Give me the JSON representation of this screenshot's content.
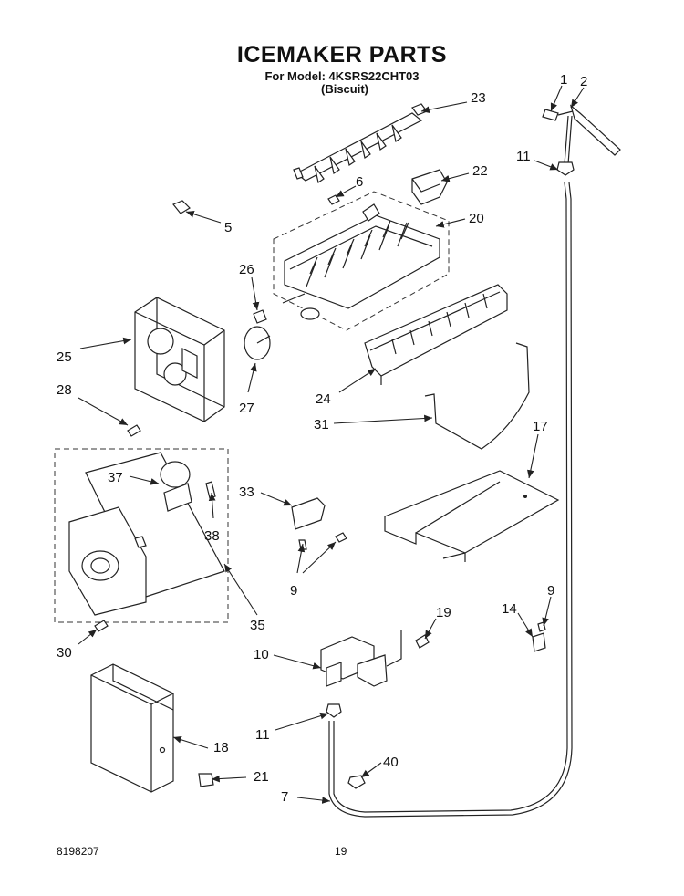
{
  "header": {
    "title": "ICEMAKER PARTS",
    "model_line": "For Model: 4KSRS22CHT03",
    "color_line": "(Biscuit)"
  },
  "footer": {
    "doc_number": "8198207",
    "page_number": "19"
  },
  "callouts": [
    {
      "id": "c1",
      "label": "1"
    },
    {
      "id": "c2",
      "label": "2"
    },
    {
      "id": "c23",
      "label": "23"
    },
    {
      "id": "c11a",
      "label": "11"
    },
    {
      "id": "c6",
      "label": "6"
    },
    {
      "id": "c22",
      "label": "22"
    },
    {
      "id": "c5",
      "label": "5"
    },
    {
      "id": "c20",
      "label": "20"
    },
    {
      "id": "c26",
      "label": "26"
    },
    {
      "id": "c25",
      "label": "25"
    },
    {
      "id": "c27",
      "label": "27"
    },
    {
      "id": "c24",
      "label": "24"
    },
    {
      "id": "c28",
      "label": "28"
    },
    {
      "id": "c31",
      "label": "31"
    },
    {
      "id": "c17",
      "label": "17"
    },
    {
      "id": "c37",
      "label": "37"
    },
    {
      "id": "c33",
      "label": "33"
    },
    {
      "id": "c38",
      "label": "38"
    },
    {
      "id": "c9a",
      "label": "9"
    },
    {
      "id": "c35",
      "label": "35"
    },
    {
      "id": "c9b",
      "label": "9"
    },
    {
      "id": "c14",
      "label": "14"
    },
    {
      "id": "c19",
      "label": "19"
    },
    {
      "id": "c30",
      "label": "30"
    },
    {
      "id": "c10",
      "label": "10"
    },
    {
      "id": "c11b",
      "label": "11"
    },
    {
      "id": "c18",
      "label": "18"
    },
    {
      "id": "c40",
      "label": "40"
    },
    {
      "id": "c21",
      "label": "21"
    },
    {
      "id": "c7",
      "label": "7"
    }
  ]
}
